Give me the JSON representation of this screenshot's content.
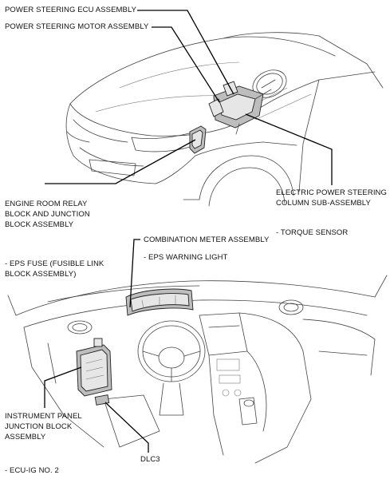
{
  "labels": {
    "ecu_assembly": "POWER STEERING ECU ASSEMBLY",
    "motor_assembly": "POWER STEERING MOTOR ASSEMBLY",
    "relay_block_1": "ENGINE ROOM RELAY",
    "relay_block_2": "BLOCK AND JUNCTION",
    "relay_block_3": "BLOCK ASSEMBLY",
    "column_1": "ELECTRIC POWER STEERING",
    "column_2": "COLUMN SUB-ASSEMBLY",
    "torque_sensor": "- TORQUE SENSOR",
    "meter": "COMBINATION METER ASSEMBLY",
    "warning_light": "- EPS WARNING LIGHT",
    "eps_fuse_1": "- EPS FUSE (FUSIBLE LINK",
    "eps_fuse_2": "BLOCK ASSEMBLY)",
    "panel_junction_1": "INSTRUMENT PANEL",
    "panel_junction_2": "JUNCTION BLOCK",
    "panel_junction_3": "ASSEMBLY",
    "dlc3": "DLC3",
    "ecu_ig": "- ECU-IG NO. 2"
  }
}
